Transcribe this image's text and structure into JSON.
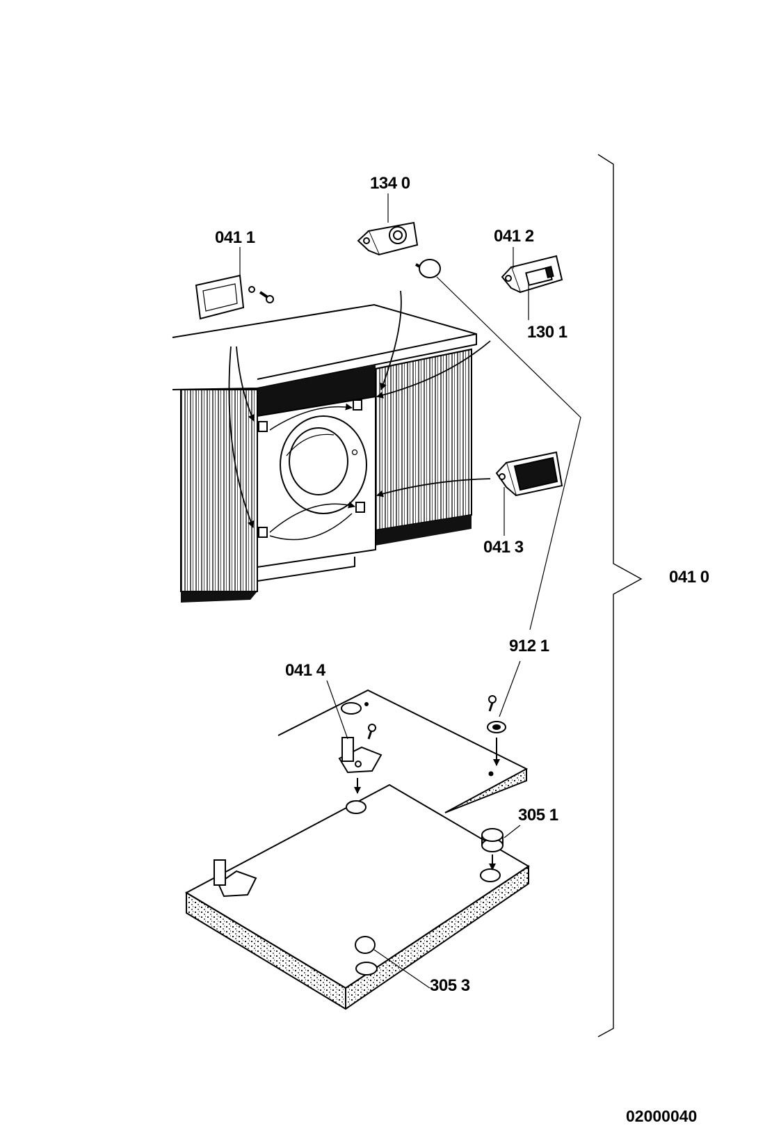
{
  "labels": {
    "p1340": "134 0",
    "p0411": "041 1",
    "p0412": "041 2",
    "p1301": "130 1",
    "p0413": "041 3",
    "p0410": "041 0",
    "p9121": "912 1",
    "p0414": "041 4",
    "p3051": "305 1",
    "p3053": "305 3"
  },
  "document_number": "02000040",
  "colors": {
    "ink": "#000000",
    "paper": "#ffffff",
    "shade": "#111111"
  }
}
